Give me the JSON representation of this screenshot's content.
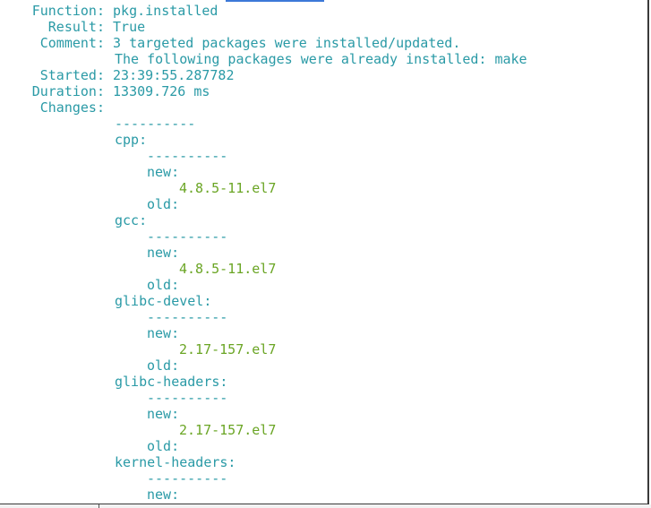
{
  "summary": {
    "function_label": "Function:",
    "function_value": "pkg.installed",
    "result_label": "Result:",
    "result_value": "True",
    "comment_label": "Comment:",
    "comment_line1": "3 targeted packages were installed/updated.",
    "comment_line2": "The following packages were already installed: make",
    "started_label": "Started:",
    "started_value": "23:39:55.287782",
    "duration_label": "Duration:",
    "duration_value": "13309.726 ms",
    "changes_label": "Changes:"
  },
  "separator": "----------",
  "labels": {
    "new": "new:",
    "old": "old:"
  },
  "packages": [
    {
      "name": "cpp:",
      "new": "4.8.5-11.el7"
    },
    {
      "name": "gcc:",
      "new": "4.8.5-11.el7"
    },
    {
      "name": "glibc-devel:",
      "new": "2.17-157.el7"
    },
    {
      "name": "glibc-headers:",
      "new": "2.17-157.el7"
    },
    {
      "name": "kernel-headers:"
    }
  ],
  "colors": {
    "key_text": "#2a9aa6",
    "value_text": "#2a9aa6",
    "version_text": "#6aa524",
    "background": "#ffffff",
    "window_edge": "#3a3a3a",
    "accent": "#3c78d8"
  }
}
